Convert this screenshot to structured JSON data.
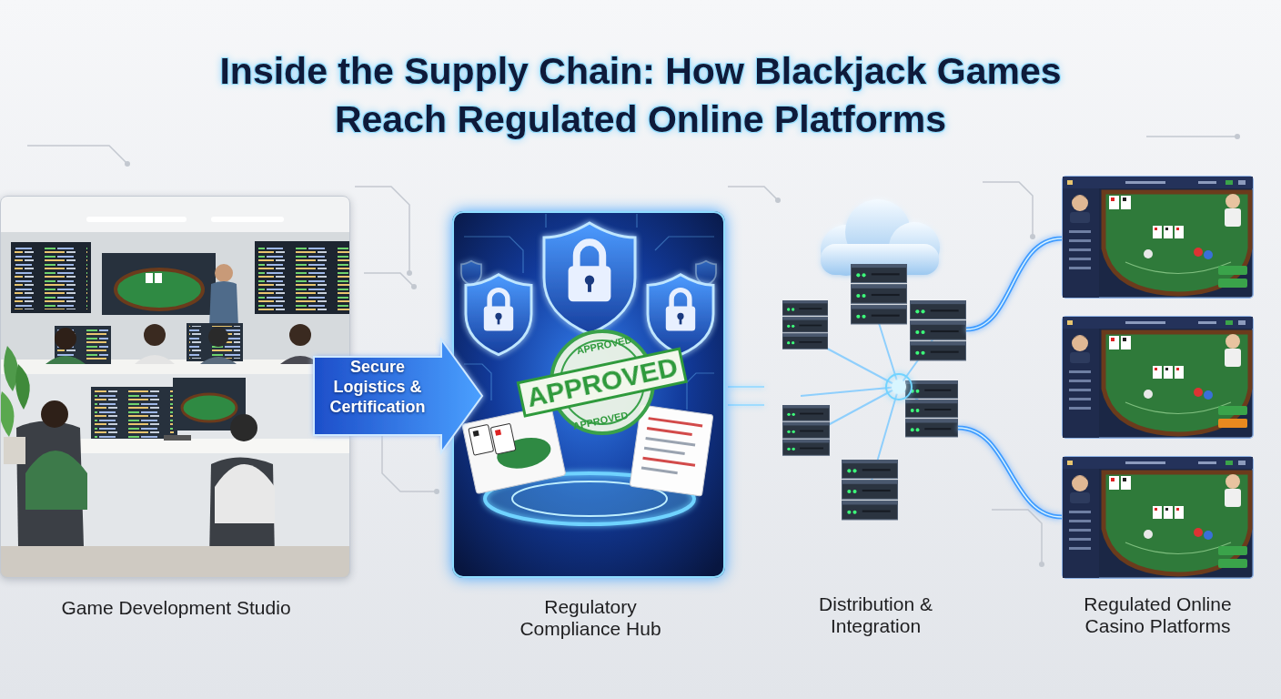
{
  "diagram": {
    "title": "Inside the Supply Chain: How Blackjack Games Reach Regulated Online Platforms",
    "nodes": [
      {
        "text": [
          "Game Development Studio"
        ]
      },
      {
        "text": [
          "Regulatory Compliance Hub"
        ]
      },
      {
        "text": [
          "Distribution & Integration"
        ]
      },
      {
        "text": [
          "Regulated Online Casino Platforms"
        ]
      }
    ],
    "edges": [
      {
        "from": 0,
        "to": 1,
        "label": "Secure Logistics & Certification",
        "arrow": "to"
      },
      {
        "from": 1,
        "to": 2,
        "arrow": "to"
      },
      {
        "from": 2,
        "to": 3,
        "arrow": "none"
      }
    ],
    "labels": [
      "APPROVED",
      "APPROVED",
      "APPROVED"
    ]
  }
}
